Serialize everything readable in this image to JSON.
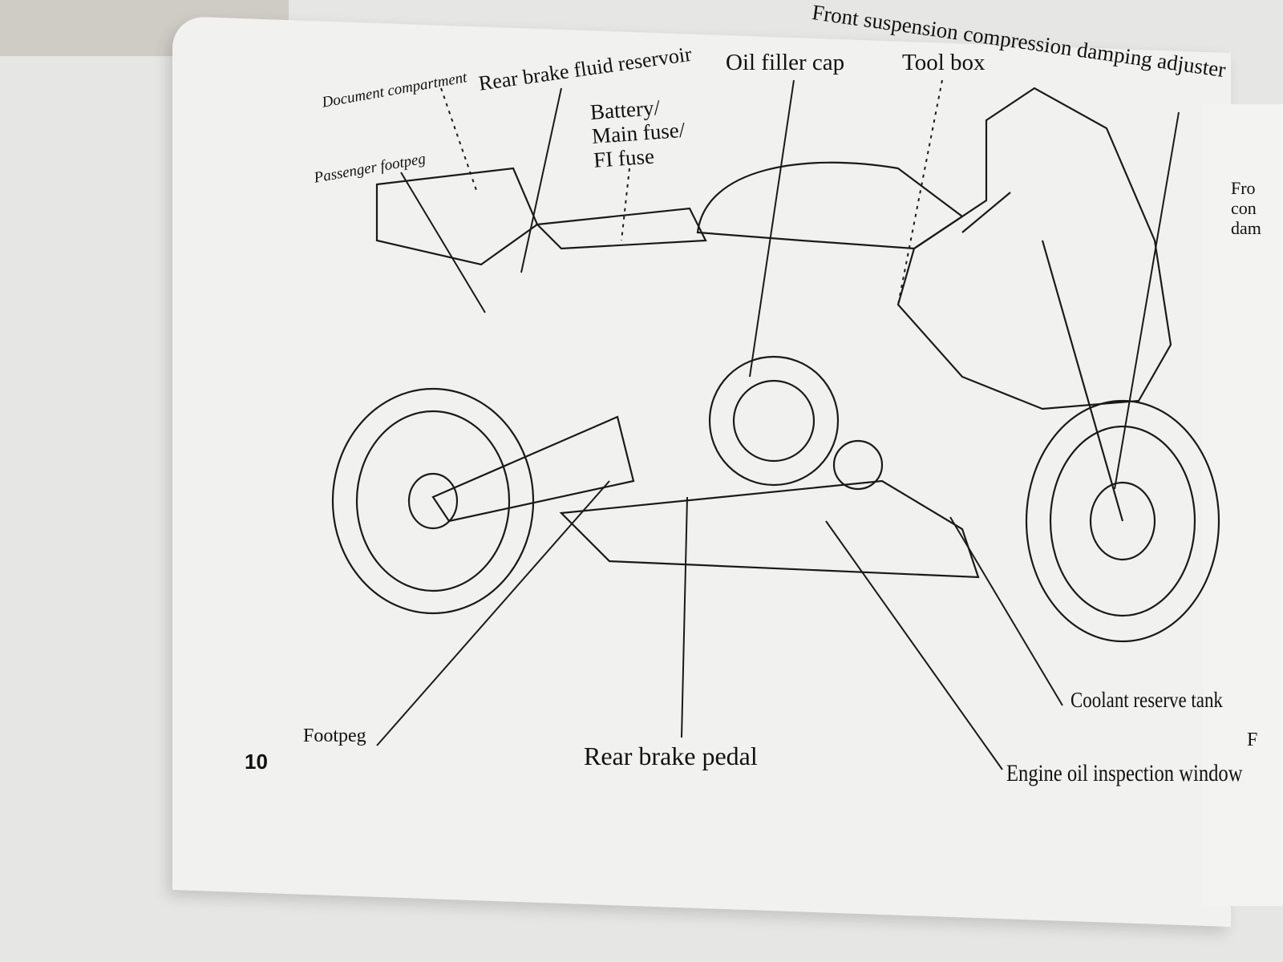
{
  "page": {
    "page_number": "10",
    "labels": {
      "front_suspension": "Front suspension compression damping adjuster",
      "document_compartment": "Document compartment",
      "rear_brake_fluid": "Rear brake fluid reservoir",
      "oil_filler_cap": "Oil filler cap",
      "tool_box": "Tool box",
      "battery": "Battery/",
      "main_fuse": "Main fuse/",
      "fi_fuse": "FI fuse",
      "passenger_footpeg": "Passenger footpeg",
      "footpeg": "Footpeg",
      "rear_brake_pedal": "Rear brake pedal",
      "coolant_reserve_tank": "Coolant reserve tank",
      "engine_oil_window": "Engine oil inspection window"
    }
  },
  "next_page": {
    "fragments": [
      "Fro",
      "con",
      "dam",
      "F"
    ]
  }
}
